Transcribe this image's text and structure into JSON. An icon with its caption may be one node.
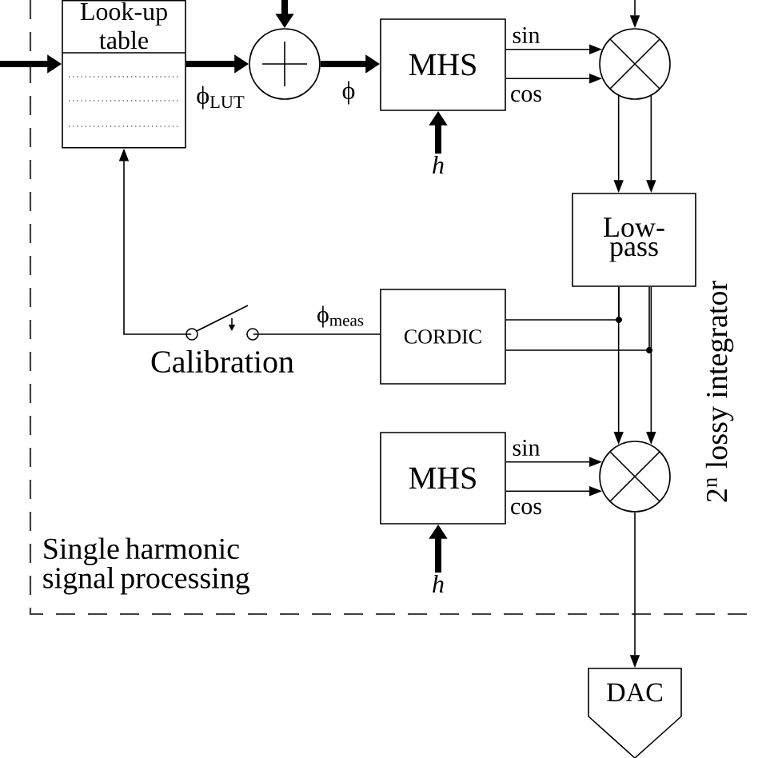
{
  "diagram": {
    "nodes": [
      {
        "text": [
          "Look-up table"
        ]
      },
      {
        "text": [],
        "shape": "circle"
      },
      {
        "text": [
          "MHS"
        ]
      },
      {
        "text": [
          "h"
        ]
      },
      {
        "text": [],
        "shape": "circle"
      },
      {
        "text": [
          "Low-pass"
        ]
      },
      {
        "text": [
          "CORDIC"
        ]
      },
      {
        "text": [],
        "shape": "switch",
        "beside": [
          "Calibration"
        ]
      },
      {
        "text": [
          "MHS"
        ]
      },
      {
        "text": [
          "h"
        ]
      },
      {
        "text": [],
        "shape": "circle"
      },
      {
        "text": [
          "DAC"
        ]
      }
    ],
    "edges": [
      {
        "from": null,
        "to": 0,
        "arrow": "to",
        "style": "thick"
      },
      {
        "from": 0,
        "to": 1,
        "arrow": "to",
        "style": "thick",
        "label": "ϕ$_{LUT}$"
      },
      {
        "from": null,
        "to": 1,
        "arrow": "to",
        "style": "thick"
      },
      {
        "from": 1,
        "to": 2,
        "arrow": "to",
        "style": "thick",
        "label": "ϕ"
      },
      {
        "from": 3,
        "to": 2,
        "arrow": "to",
        "style": "thick"
      },
      {
        "from": 2,
        "to": 4,
        "arrow": "to",
        "label": "sin"
      },
      {
        "from": 2,
        "to": 4,
        "arrow": "to",
        "label": "cos"
      },
      {
        "from": null,
        "to": 4,
        "arrow": "to"
      },
      {
        "from": 4,
        "to": 5,
        "arrow": "to"
      },
      {
        "from": 4,
        "to": 5,
        "arrow": "to"
      },
      {
        "from": 5,
        "to": 10,
        "arrow": "to"
      },
      {
        "from": 5,
        "to": 10,
        "arrow": "to"
      },
      {
        "from": 5,
        "to": 6,
        "arrow": "none"
      },
      {
        "from": 5,
        "to": 6,
        "arrow": "none"
      },
      {
        "from": 6,
        "to": 7,
        "arrow": "none",
        "label": "ϕ$_{meas}$"
      },
      {
        "from": 7,
        "to": 0,
        "arrow": "to"
      },
      {
        "from": 8,
        "to": 10,
        "arrow": "to",
        "label": "sin"
      },
      {
        "from": 8,
        "to": 10,
        "arrow": "to",
        "label": "cos"
      },
      {
        "from": 9,
        "to": 8,
        "arrow": "to",
        "style": "thick"
      },
      {
        "from": 10,
        "to": 11,
        "arrow": "to"
      }
    ],
    "labels": [
      "2$^{n}$ lossy integrator",
      "Single harmonic signal processing"
    ]
  }
}
